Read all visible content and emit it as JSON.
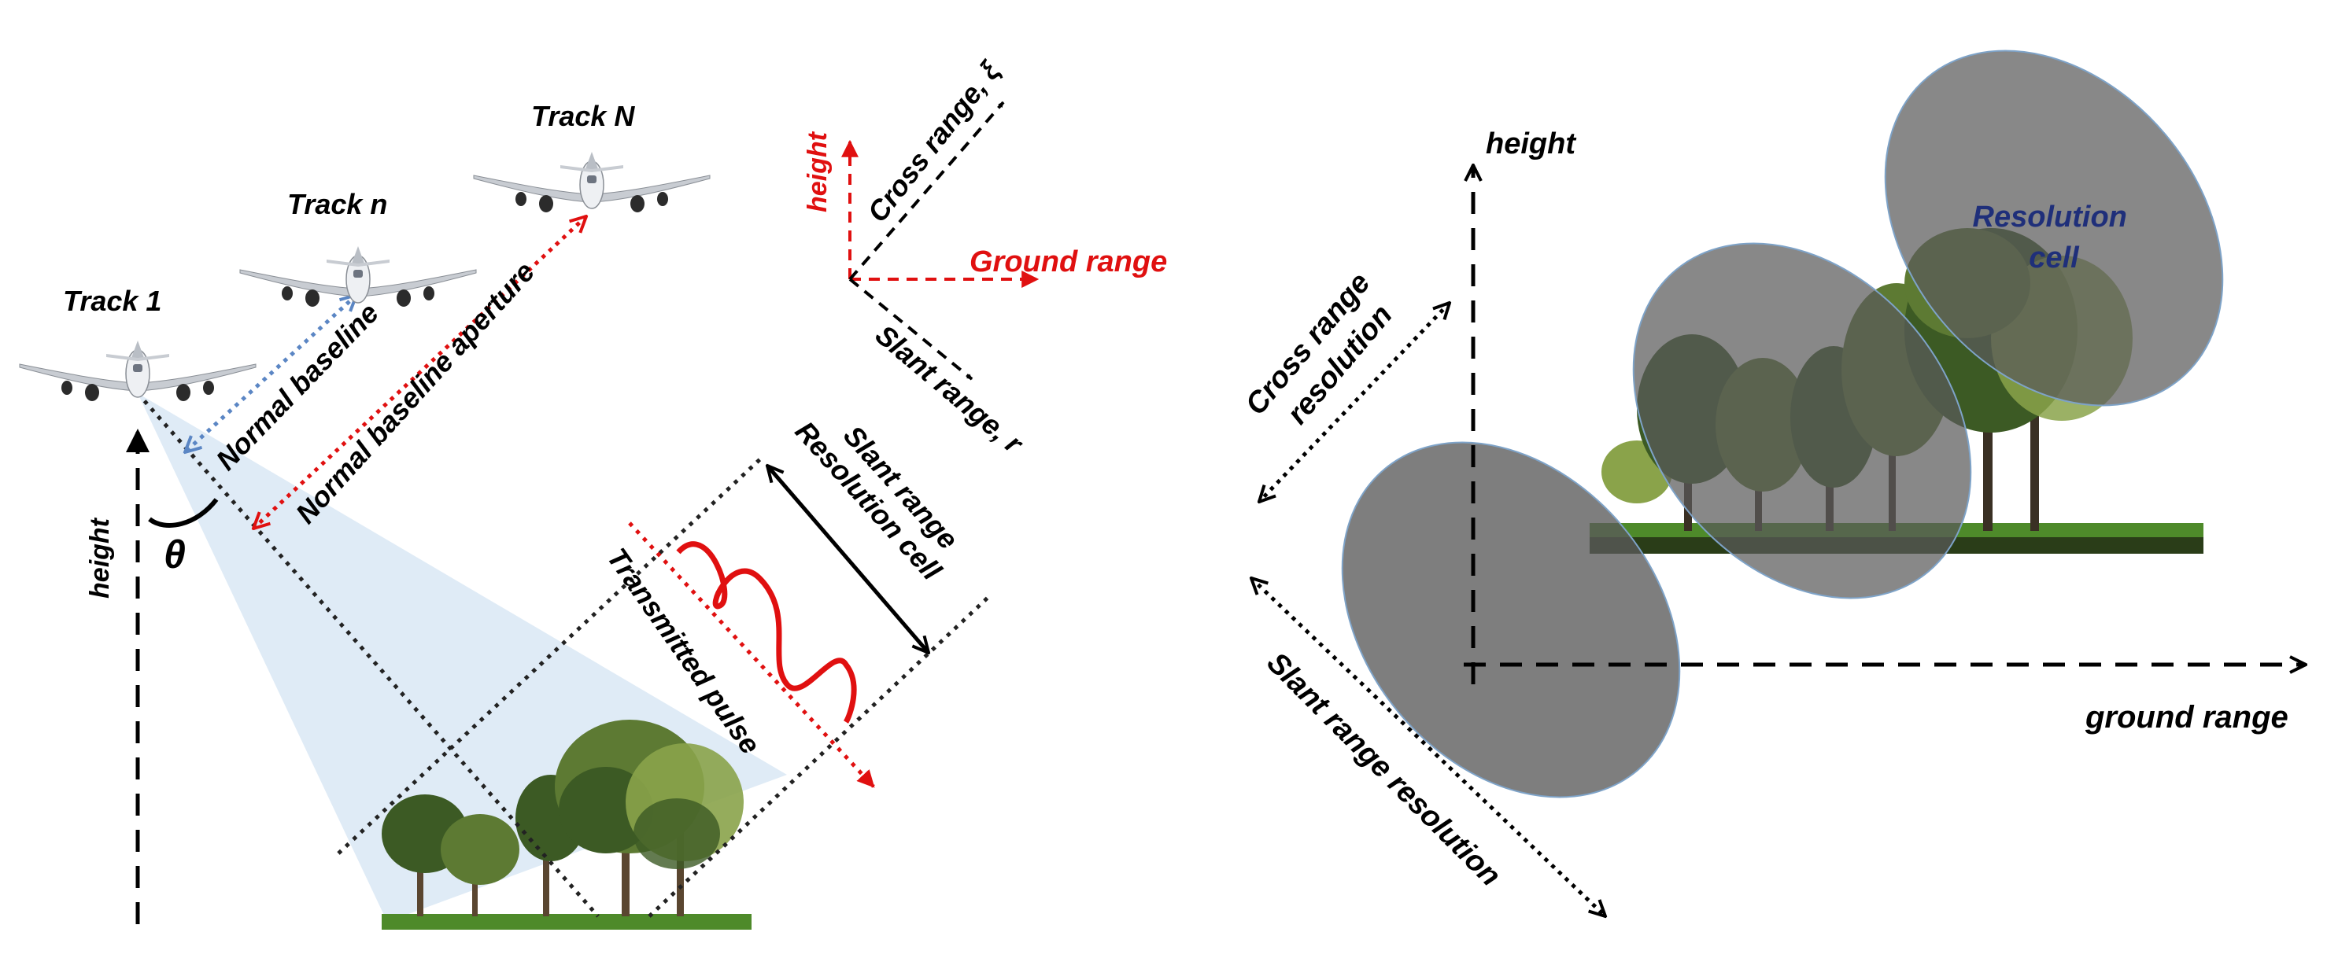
{
  "left_panel": {
    "tracks": {
      "first": "Track 1",
      "middle": "Track n",
      "last": "Track N"
    },
    "angle_symbol": "θ",
    "height_label": "height",
    "normal_baseline": "Normal baseline",
    "normal_baseline_aperture": "Normal baseline aperture",
    "slant_range_resolution_cell": [
      "Slant range",
      "Resolution cell"
    ],
    "transmitted_pulse": "Transmitted pulse",
    "axes": {
      "height": "height",
      "cross_range": "Cross range, ξ",
      "ground_range": "Ground range",
      "slant_range": "Slant range, r"
    }
  },
  "right_panel": {
    "height_label": "height",
    "ground_range_label": "ground range",
    "cross_range_resolution": [
      "Cross range",
      "resolution"
    ],
    "slant_range_resolution": "Slant range resolution",
    "resolution_cell": [
      "Resolution",
      "cell"
    ]
  },
  "colors": {
    "black": "#000000",
    "red": "#e01010",
    "blue_arrow": "#5b86c4",
    "beam": "#dce9f5",
    "ellipse": "#5a5a5a",
    "ellipse_stroke": "#7ea3c8",
    "resolution_cell_text": "#1f2f7a",
    "tree_dark": "#3c5a24",
    "tree_mid": "#5d7a33",
    "tree_light": "#8aa34a",
    "grass": "#4e8a2a",
    "trunk": "#5a4630"
  }
}
